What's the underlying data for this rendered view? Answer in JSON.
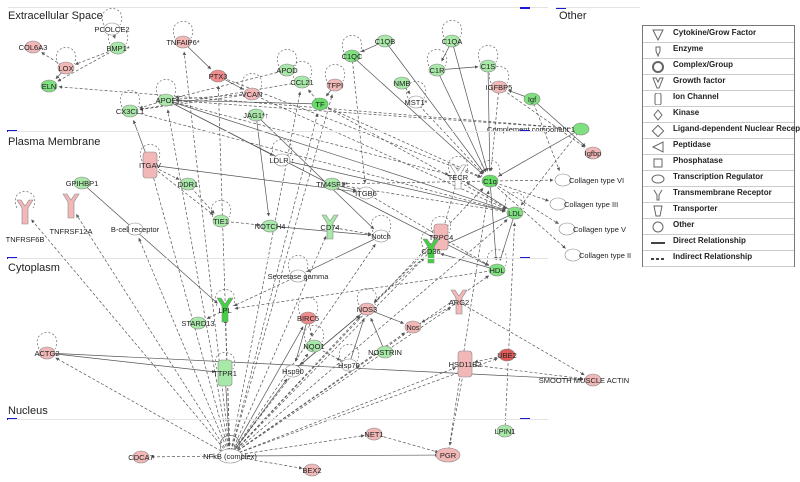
{
  "regions": {
    "extracellular": "Extracellular Space",
    "other": "Other",
    "plasma_membrane": "Plasma Membrane",
    "cytoplasm": "Cytoplasm",
    "nucleus": "Nucleus"
  },
  "legend": {
    "items": [
      {
        "label": "Cytokine/Grow Factor",
        "icon": "cytokine-icon"
      },
      {
        "label": "Enzyme",
        "icon": "enzyme-icon"
      },
      {
        "label": "Complex/Group",
        "icon": "complex-icon"
      },
      {
        "label": "Growth factor",
        "icon": "growth-factor-icon"
      },
      {
        "label": "Ion Channel",
        "icon": "ion-channel-icon"
      },
      {
        "label": "Kinase",
        "icon": "kinase-icon"
      },
      {
        "label": "Ligand-dependent Nuclear Receptor",
        "icon": "nuclear-receptor-icon"
      },
      {
        "label": "Peptidase",
        "icon": "peptidase-icon"
      },
      {
        "label": "Phosphatase",
        "icon": "phosphatase-icon"
      },
      {
        "label": "Transcription Regulator",
        "icon": "transcription-regulator-icon"
      },
      {
        "label": "Transmembrane Receptor",
        "icon": "transmembrane-receptor-icon"
      },
      {
        "label": "Transporter",
        "icon": "transporter-icon"
      },
      {
        "label": "Other",
        "icon": "other-icon"
      },
      {
        "label": "Direct Relationship",
        "icon": "solid-line-icon"
      },
      {
        "label": "Indirect Relationship",
        "icon": "dashed-line-icon"
      }
    ]
  },
  "colors": {
    "upregulated": "#f2b8b8",
    "downregulated": "#7fe07f",
    "strong_up": "#e05a5a",
    "strong_down": "#22cc22",
    "neutral": "#ffffff",
    "edge": "#555555",
    "region_tick": "#1a1ad8"
  },
  "nodes": [
    {
      "id": "PCOLCE2",
      "label": "PCOLCE2",
      "color": "#ffffff"
    },
    {
      "id": "COL6A3",
      "label": "COL6A3",
      "color": "#f2b8b8"
    },
    {
      "id": "BMP1",
      "label": "BMP1*",
      "color": "#a8e8a8"
    },
    {
      "id": "LOX",
      "label": "LOX",
      "color": "#f2b8b8"
    },
    {
      "id": "ELN",
      "label": "ELN",
      "color": "#7fe07f"
    },
    {
      "id": "TNFAIP6",
      "label": "TNFAIP6*",
      "color": "#f2b8b8"
    },
    {
      "id": "PTX3",
      "label": "PTX3",
      "color": "#f08c8c"
    },
    {
      "id": "VCAN",
      "label": "VCAN",
      "color": "#f2b8b8"
    },
    {
      "id": "APOD",
      "label": "APOD",
      "color": "#a8e8a8"
    },
    {
      "id": "CCL21",
      "label": "CCL21",
      "color": "#a8e8a8"
    },
    {
      "id": "TFPI",
      "label": "TFPI",
      "color": "#f2b8b8"
    },
    {
      "id": "TF",
      "label": "TF",
      "color": "#66dd66"
    },
    {
      "id": "APOE",
      "label": "APOE",
      "color": "#a8e8a8"
    },
    {
      "id": "CX3CL1",
      "label": "CX3CL1",
      "color": "#a8e8a8"
    },
    {
      "id": "JAG1",
      "label": "JAG1*↑",
      "color": "#a8e8a8"
    },
    {
      "id": "C1QC",
      "label": "C1QC",
      "color": "#7fe07f"
    },
    {
      "id": "C1QB",
      "label": "C1QB",
      "color": "#a8e8a8"
    },
    {
      "id": "C1QA",
      "label": "C1QA",
      "color": "#a8e8a8"
    },
    {
      "id": "C1R",
      "label": "C1R",
      "color": "#a8e8a8"
    },
    {
      "id": "C1S",
      "label": "C1S",
      "color": "#a8e8a8"
    },
    {
      "id": "NMB",
      "label": "NMB",
      "color": "#a8e8a8"
    },
    {
      "id": "MST1",
      "label": "MST1*",
      "color": "#ffffff"
    },
    {
      "id": "IGFBP5",
      "label": "IGFBP5",
      "color": "#f2b8b8"
    },
    {
      "id": "Igf",
      "label": "Igf",
      "color": "#7fe07f"
    },
    {
      "id": "CC1",
      "label": "Complement component 1",
      "color": "#7fe07f"
    },
    {
      "id": "Igfbp",
      "label": "Igfbp",
      "color": "#f2b8b8"
    },
    {
      "id": "ITGAV",
      "label": "ITGAV",
      "color": "#f2b8b8"
    },
    {
      "id": "LDLR",
      "label": "LDLR ↑",
      "color": "#ffffff"
    },
    {
      "id": "GPIHBP1",
      "label": "GPIHBP1",
      "color": "#a8e8a8"
    },
    {
      "id": "DDR1",
      "label": "DDR1",
      "color": "#a8e8a8"
    },
    {
      "id": "TM4SF1",
      "label": "TM4SF1*",
      "color": "#a8e8a8"
    },
    {
      "id": "ITGB6",
      "label": "ITGB6",
      "color": "#ffffff"
    },
    {
      "id": "TECR",
      "label": "TECR",
      "color": "#ffffff"
    },
    {
      "id": "C1q",
      "label": "C1q",
      "color": "#66dd66"
    },
    {
      "id": "Coll6",
      "label": "Collagen type VI",
      "color": "#ffffff"
    },
    {
      "id": "Coll3",
      "label": "Collagen type III",
      "color": "#ffffff"
    },
    {
      "id": "Coll5",
      "label": "Collagen type V",
      "color": "#ffffff"
    },
    {
      "id": "Coll2",
      "label": "Collagen type II",
      "color": "#ffffff"
    },
    {
      "id": "TNFRSF6B",
      "label": "TNFRSF6B",
      "color": "#f2b8b8"
    },
    {
      "id": "TNFRSF12A",
      "label": "TNFRSF12A",
      "color": "#f2b8b8"
    },
    {
      "id": "TIE1",
      "label": "TIE1",
      "color": "#a8e8a8"
    },
    {
      "id": "Bcell",
      "label": "B-cell receptor",
      "color": "#ffffff"
    },
    {
      "id": "NOTCH4",
      "label": "NOTCH4",
      "color": "#a8e8a8"
    },
    {
      "id": "CD74",
      "label": "CD74",
      "color": "#a8e8a8"
    },
    {
      "id": "Notch",
      "label": "Notch",
      "color": "#ffffff"
    },
    {
      "id": "TRPC4",
      "label": "TRPC4",
      "color": "#f2b8b8"
    },
    {
      "id": "LDL",
      "label": "LDL",
      "color": "#7fe07f"
    },
    {
      "id": "CD36",
      "label": "CD36",
      "color": "#44d044"
    },
    {
      "id": "HDL",
      "label": "HDL",
      "color": "#7fe07f"
    },
    {
      "id": "SecGamma",
      "label": "Secretase gamma",
      "color": "#ffffff"
    },
    {
      "id": "LPL",
      "label": "LPL",
      "color": "#44d044"
    },
    {
      "id": "STARD13",
      "label": "STARD13",
      "color": "#a8e8a8"
    },
    {
      "id": "BIRC5",
      "label": "BIRC5",
      "color": "#f08c8c"
    },
    {
      "id": "NOS3",
      "label": "NOS3",
      "color": "#f2b8b8"
    },
    {
      "id": "Nos",
      "label": "Nos",
      "color": "#f2b8b8"
    },
    {
      "id": "ARG2",
      "label": "ARG2",
      "color": "#f2b8b8"
    },
    {
      "id": "NQO1",
      "label": "NQO1",
      "color": "#a8e8a8"
    },
    {
      "id": "NOSTRIN",
      "label": "NOSTRIN",
      "color": "#a8e8a8"
    },
    {
      "id": "Hsp90",
      "label": "Hsp90",
      "color": "#ffffff"
    },
    {
      "id": "Hsp70",
      "label": "Hsp70",
      "color": "#ffffff"
    },
    {
      "id": "ACTG2",
      "label": "ACTG2",
      "color": "#f2b8b8"
    },
    {
      "id": "TTPR1",
      "label": "TTPR1",
      "color": "#a8e8a8"
    },
    {
      "id": "HSD11B2",
      "label": "HSD11B2",
      "color": "#f2b8b8"
    },
    {
      "id": "UBE2",
      "label": "UBE2",
      "color": "#e05a5a"
    },
    {
      "id": "SMA",
      "label": "SMOOTH MUSCLE ACTIN",
      "color": "#f2b8b8"
    },
    {
      "id": "LPIN1",
      "label": "LPIN1",
      "color": "#a8e8a8"
    },
    {
      "id": "NET1",
      "label": "NET1",
      "color": "#f2b8b8"
    },
    {
      "id": "PGR",
      "label": "PGR",
      "color": "#f2b8b8"
    },
    {
      "id": "CDCA7",
      "label": "CDCA7",
      "color": "#f2b8b8"
    },
    {
      "id": "NFkB",
      "label": "NFkB (complex)",
      "color": "#ffffff"
    },
    {
      "id": "BEX2",
      "label": "BEX2",
      "color": "#f2b8b8"
    }
  ],
  "edges": [
    [
      "PCOLCE2",
      "BMP1",
      "i"
    ],
    [
      "BMP1",
      "LOX",
      "i"
    ],
    [
      "BMP1",
      "ELN",
      "i"
    ],
    [
      "LOX",
      "ELN",
      "d"
    ],
    [
      "LOX",
      "COL6A3",
      "i"
    ],
    [
      "TNFAIP6",
      "PTX3",
      "d"
    ],
    [
      "PTX3",
      "VCAN",
      "d"
    ],
    [
      "VCAN",
      "APOE",
      "i"
    ],
    [
      "VCAN",
      "CX3CL1",
      "i"
    ],
    [
      "TFPI",
      "TF",
      "d"
    ],
    [
      "TF",
      "CCL21",
      "i"
    ],
    [
      "APOD",
      "APOE",
      "i"
    ],
    [
      "APOE",
      "CX3CL1",
      "i"
    ],
    [
      "APOE",
      "LDLR",
      "d"
    ],
    [
      "APOE",
      "LDL",
      "d"
    ],
    [
      "APOE",
      "HDL",
      "d"
    ],
    [
      "JAG1",
      "NOTCH4",
      "d"
    ],
    [
      "JAG1",
      "Notch",
      "d"
    ],
    [
      "C1QC",
      "C1q",
      "d"
    ],
    [
      "C1QB",
      "C1q",
      "d"
    ],
    [
      "C1QA",
      "C1q",
      "d"
    ],
    [
      "C1R",
      "C1q",
      "d"
    ],
    [
      "C1S",
      "C1q",
      "d"
    ],
    [
      "C1QB",
      "C1QC",
      "d"
    ],
    [
      "C1QA",
      "C1R",
      "d"
    ],
    [
      "C1R",
      "C1S",
      "d"
    ],
    [
      "IGFBP5",
      "Igfbp",
      "i"
    ],
    [
      "Igf",
      "Igfbp",
      "d"
    ],
    [
      "Igf",
      "IGFBP5",
      "d"
    ],
    [
      "NMB",
      "MST1",
      "i"
    ],
    [
      "CC1",
      "C1q",
      "d"
    ],
    [
      "CC1",
      "ELN",
      "i"
    ],
    [
      "CC1",
      "APOE",
      "i"
    ],
    [
      "CC1",
      "LDL",
      "i"
    ],
    [
      "C1q",
      "Coll6",
      "i"
    ],
    [
      "C1q",
      "Coll3",
      "i"
    ],
    [
      "C1q",
      "Coll5",
      "i"
    ],
    [
      "C1q",
      "Coll2",
      "i"
    ],
    [
      "C1q",
      "TM4SF1",
      "i"
    ],
    [
      "LDL",
      "TECR",
      "d"
    ],
    [
      "LDL",
      "CD36",
      "d"
    ],
    [
      "LDL",
      "HDL",
      "d"
    ],
    [
      "HDL",
      "LPL",
      "i"
    ],
    [
      "HDL",
      "CD36",
      "d"
    ],
    [
      "TECR",
      "TRPC4",
      "i"
    ],
    [
      "TM4SF1",
      "ITGB6",
      "d"
    ],
    [
      "ITGAV",
      "ITGB6",
      "d"
    ],
    [
      "ITGAV",
      "DDR1",
      "i"
    ],
    [
      "ITGAV",
      "TIE1",
      "i"
    ],
    [
      "ITGAV",
      "CX3CL1",
      "d"
    ],
    [
      "DDR1",
      "TIE1",
      "i"
    ],
    [
      "TIE1",
      "NOTCH4",
      "i"
    ],
    [
      "NOTCH4",
      "Notch",
      "d"
    ],
    [
      "CD74",
      "Notch",
      "i"
    ],
    [
      "Notch",
      "SecGamma",
      "d"
    ],
    [
      "SecGamma",
      "LPL",
      "i"
    ],
    [
      "LPL",
      "STARD13",
      "i"
    ],
    [
      "GPIHBP1",
      "LPL",
      "d"
    ],
    [
      "LDLR",
      "LDL",
      "d"
    ],
    [
      "TRPC4",
      "NOS3",
      "i"
    ],
    [
      "CD36",
      "NOS3",
      "i"
    ],
    [
      "NOS3",
      "Nos",
      "d"
    ],
    [
      "ARG2",
      "Nos",
      "i"
    ],
    [
      "NOSTRIN",
      "NOS3",
      "d"
    ],
    [
      "NOS3",
      "Hsp90",
      "d"
    ],
    [
      "Hsp90",
      "NOS3",
      "d"
    ],
    [
      "Hsp70",
      "NOS3",
      "d"
    ],
    [
      "NQO1",
      "Hsp70",
      "i"
    ],
    [
      "BIRC5",
      "Hsp90",
      "d"
    ],
    [
      "BIRC5",
      "NQO1",
      "i"
    ],
    [
      "ACTG2",
      "TTPR1",
      "d"
    ],
    [
      "ACTG2",
      "SMA",
      "d"
    ],
    [
      "HSD11B2",
      "SMA",
      "i"
    ],
    [
      "ARG2",
      "SMA",
      "i"
    ],
    [
      "UBE2",
      "HSD11B2",
      "i"
    ],
    [
      "HSD11B2",
      "PGR",
      "i"
    ],
    [
      "NET1",
      "PGR",
      "i"
    ],
    [
      "LPIN1",
      "LDL",
      "i"
    ],
    [
      "PGR",
      "C1q",
      "i"
    ],
    [
      "TTPR1",
      "NFkB",
      "d"
    ],
    [
      "NFkB",
      "CDCA7",
      "i"
    ],
    [
      "NFkB",
      "BEX2",
      "i"
    ],
    [
      "NFkB",
      "PGR",
      "d"
    ],
    [
      "NFkB",
      "NET1",
      "i"
    ],
    [
      "NFkB",
      "BIRC5",
      "d"
    ],
    [
      "NFkB",
      "NOS3",
      "i"
    ],
    [
      "NFkB",
      "HSD11B2",
      "i"
    ],
    [
      "NFkB",
      "CD74",
      "i"
    ],
    [
      "NFkB",
      "Hsp90",
      "d"
    ],
    [
      "NFkB",
      "NQO1",
      "i"
    ],
    [
      "NFkB",
      "LPL",
      "i"
    ],
    [
      "NFkB",
      "ITGAV",
      "i"
    ],
    [
      "NFkB",
      "TNFRSF6B",
      "i"
    ],
    [
      "NFkB",
      "TNFRSF12A",
      "i"
    ],
    [
      "NFkB",
      "ACTG2",
      "i"
    ],
    [
      "NFkB",
      "CD36",
      "i"
    ],
    [
      "NFkB",
      "TNFAIP6",
      "i"
    ],
    [
      "NFkB",
      "PTX3",
      "i"
    ],
    [
      "NFkB",
      "CCL21",
      "i"
    ],
    [
      "NFkB",
      "TF",
      "i"
    ],
    [
      "NFkB",
      "TFPI",
      "i"
    ],
    [
      "NFkB",
      "Bcell",
      "i"
    ],
    [
      "NFkB",
      "C1q",
      "i"
    ],
    [
      "NFkB",
      "Nos",
      "i"
    ],
    [
      "NFkB",
      "ARG2",
      "i"
    ],
    [
      "NFkB",
      "UBE2",
      "i"
    ],
    [
      "NFkB",
      "HDL",
      "i"
    ],
    [
      "NFkB",
      "LDL",
      "i"
    ],
    [
      "NFkB",
      "Notch",
      "i"
    ],
    [
      "NFkB",
      "APOE",
      "i"
    ],
    [
      "TF",
      "APOE",
      "d"
    ],
    [
      "TF",
      "LDL",
      "i"
    ],
    [
      "TF",
      "C1q",
      "i"
    ],
    [
      "CCL21",
      "CX3CL1",
      "i"
    ],
    [
      "MST1",
      "C1q",
      "i"
    ],
    [
      "IGFBP5",
      "C1q",
      "i"
    ],
    [
      "C1QC",
      "ITGB6",
      "i"
    ],
    [
      "APOE",
      "TECR",
      "i"
    ],
    [
      "CX3CL1",
      "LDL",
      "i"
    ],
    [
      "PTX3",
      "C1q",
      "i"
    ],
    [
      "VCAN",
      "LDL",
      "i"
    ],
    [
      "TM4SF1",
      "LDL",
      "i"
    ],
    [
      "ITGB6",
      "HDL",
      "i"
    ],
    [
      "C1q",
      "HDL",
      "d"
    ],
    [
      "Igf",
      "Coll6",
      "i"
    ]
  ]
}
